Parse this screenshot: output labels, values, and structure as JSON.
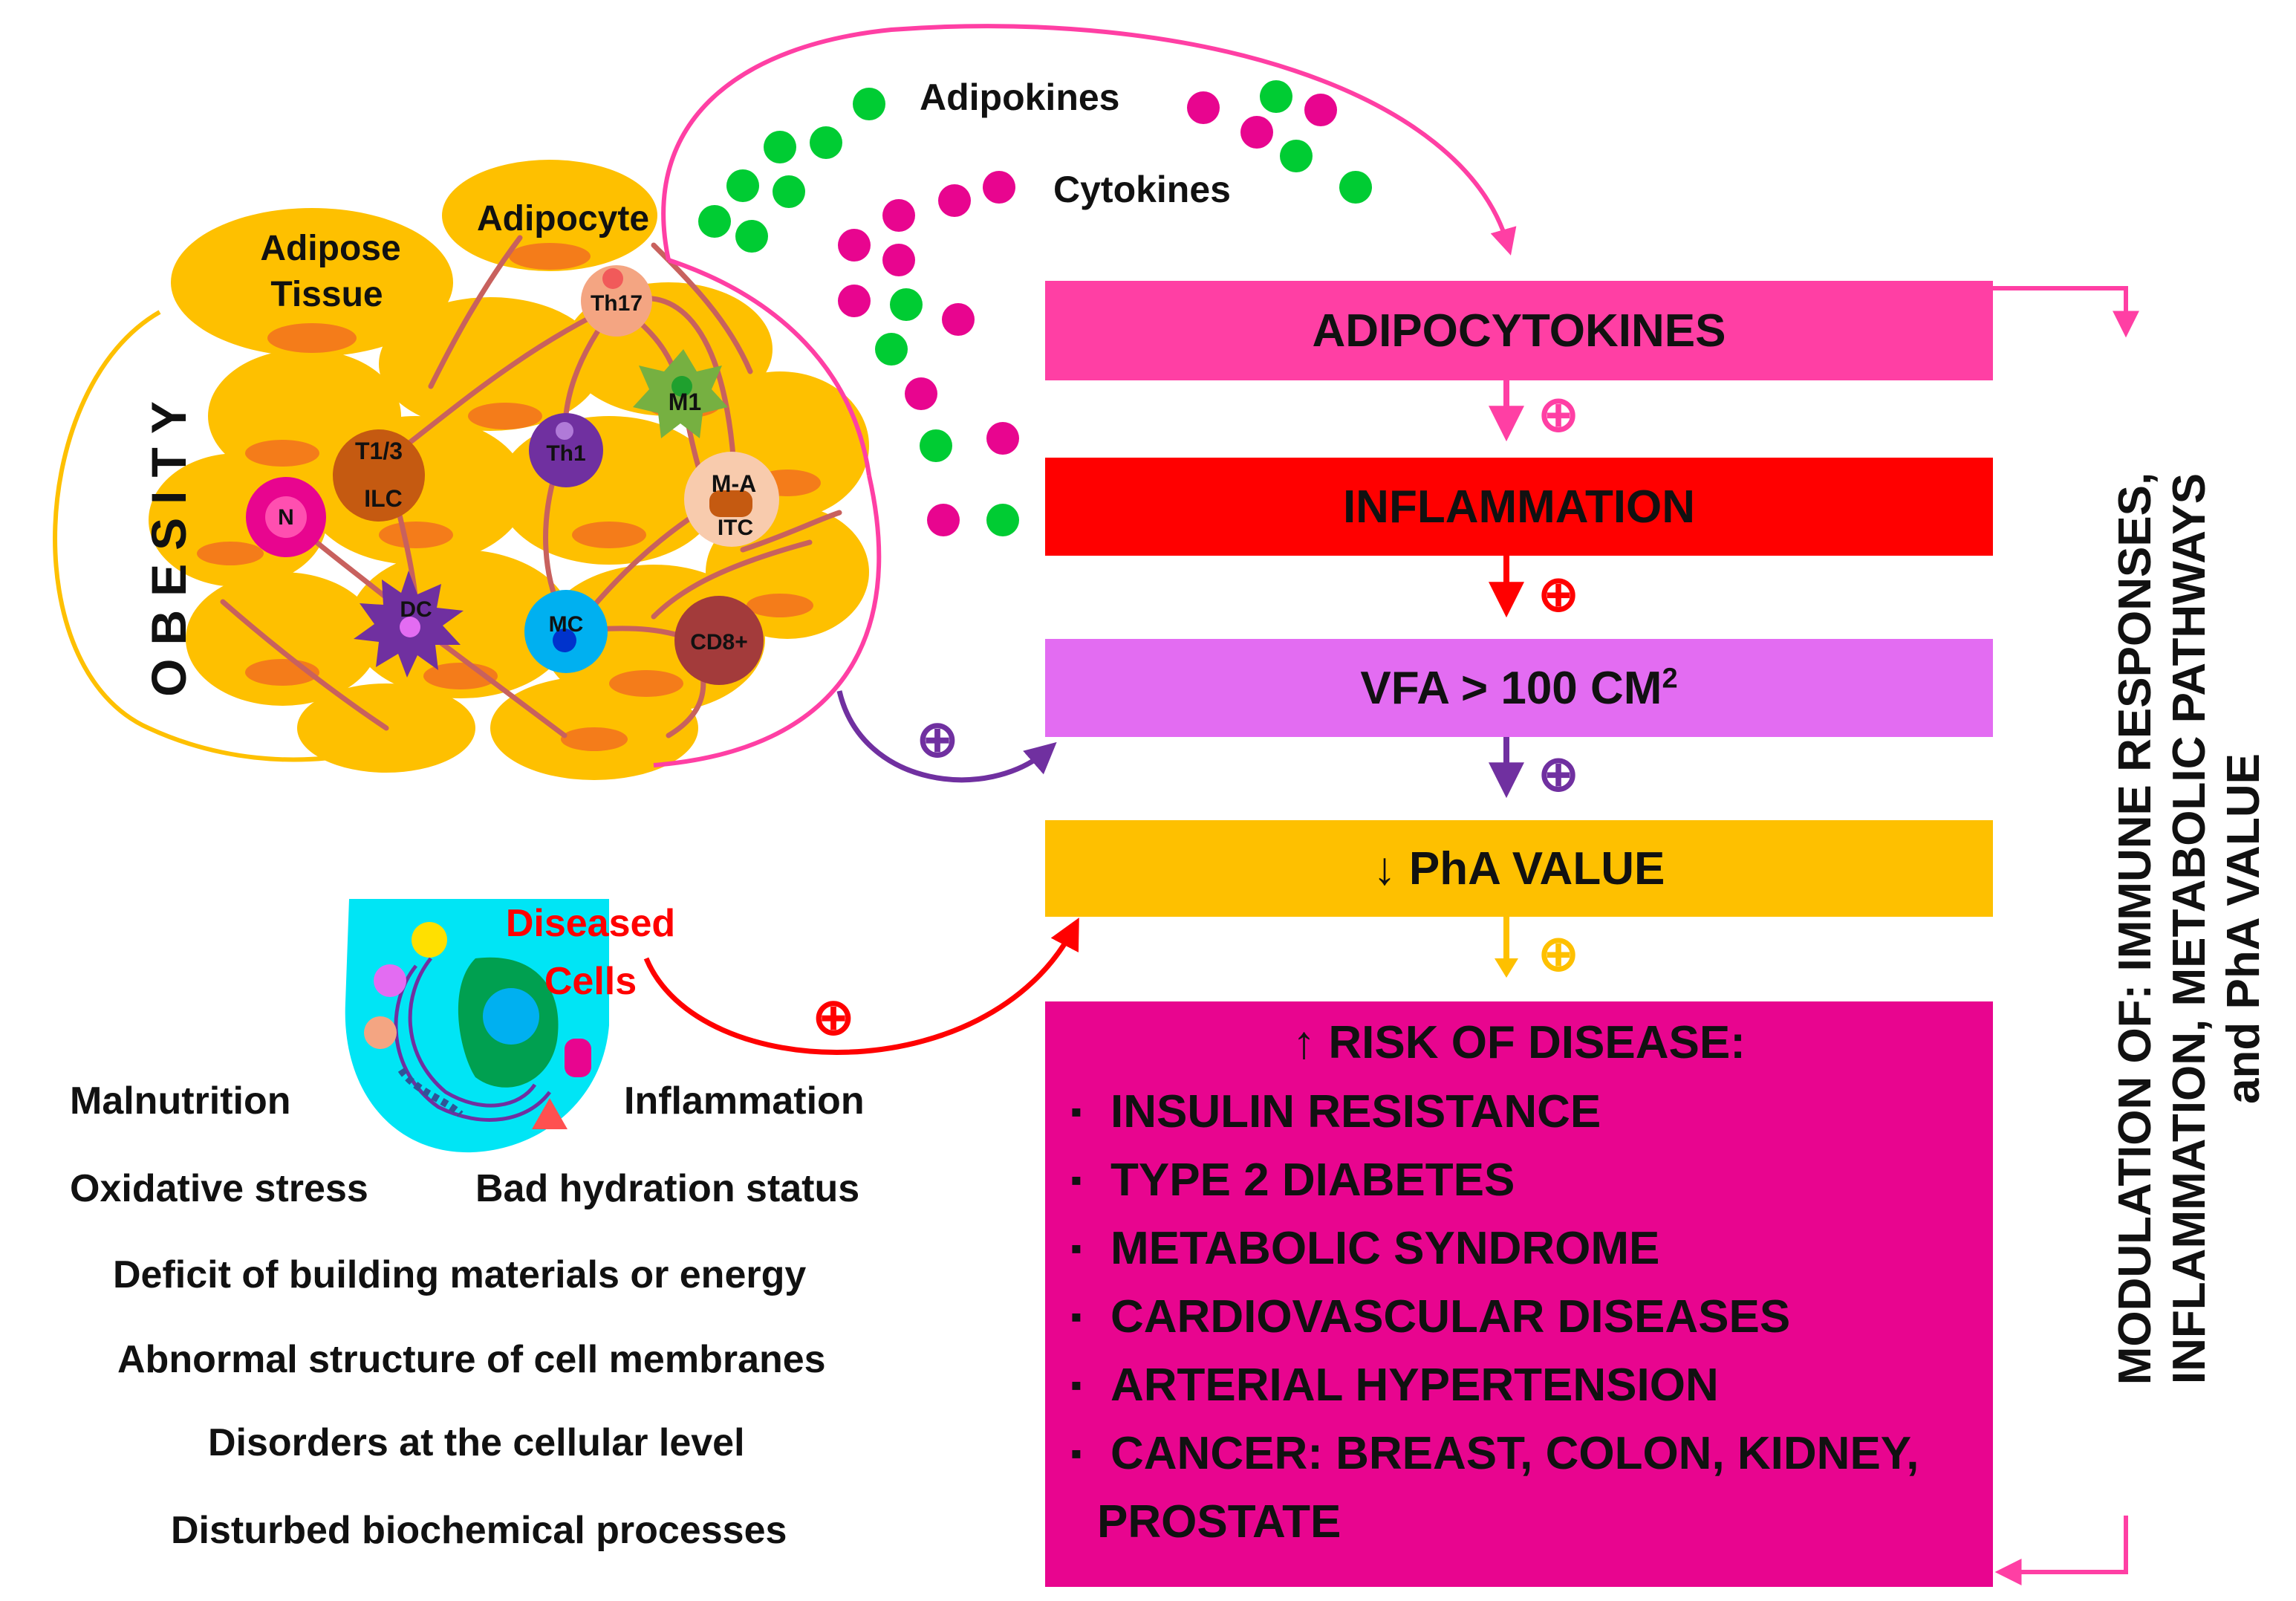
{
  "labels": {
    "adipose_tissue": [
      "Adipose",
      "Tissue"
    ],
    "adipocyte": "Adipocyte",
    "obesity": "OBESITY",
    "adipokines": "Adipokines",
    "cytokines": "Cytokines",
    "cells": {
      "th17": "Th17",
      "m1": "M1",
      "t13_ilc": [
        "T1/3",
        "ILC"
      ],
      "th1": "Th1",
      "ma_itc": [
        "M-A",
        "ITC"
      ],
      "n": "N",
      "dc": "DC",
      "mc": "MC",
      "cd8": "CD8+"
    },
    "diseased_cells": [
      "Diseased",
      "Cells"
    ]
  },
  "plus_symbol": "⊕",
  "flow": {
    "adipocytokines": "ADIPOCYTOKINES",
    "inflammation": "INFLAMMATION",
    "vfa": "VFA > 100 CM",
    "vfa_sup": "2",
    "pha": "↓ PhA VALUE"
  },
  "risk": {
    "title": "↑ RISK OF DISEASE:",
    "bullet": "▪",
    "items": [
      "INSULIN RESISTANCE",
      "TYPE 2 DIABETES",
      "METABOLIC SYNDROME",
      "CARDIOVASCULAR DISEASES",
      "ARTERIAL HYPERTENSION",
      "CANCER: BREAST, COLON, KIDNEY,"
    ],
    "last_line": "PROSTATE"
  },
  "modulation": [
    "MODULATION OF: IMMUNE RESPONSES,",
    "INFLAMMATION, METABOLIC PATHWAYS",
    "and PhA VALUE"
  ],
  "factors": {
    "malnutrition": "Malnutrition",
    "inflammation": "Inflammation",
    "oxidative_stress": "Oxidative stress",
    "bad_hydration": "Bad hydration status",
    "list": [
      "Deficit of building materials or energy",
      "Abnormal structure of cell membranes",
      "Disorders at the cellular level",
      "Disturbed biochemical processes"
    ]
  },
  "colors": {
    "adipocytokines_box": "#ff3fa4",
    "inflammation_box": "#ff0000",
    "vfa_box": "#e36cf2",
    "pha_box": "#fec000",
    "risk_box": "#e8058f",
    "adipose_fat": "#fec000",
    "fat_droplet": "#f47c1a",
    "adipokine_dot": "#00cc33",
    "cytokine_dot": "#e8058f",
    "diseased_cell": "#00e5f5"
  }
}
